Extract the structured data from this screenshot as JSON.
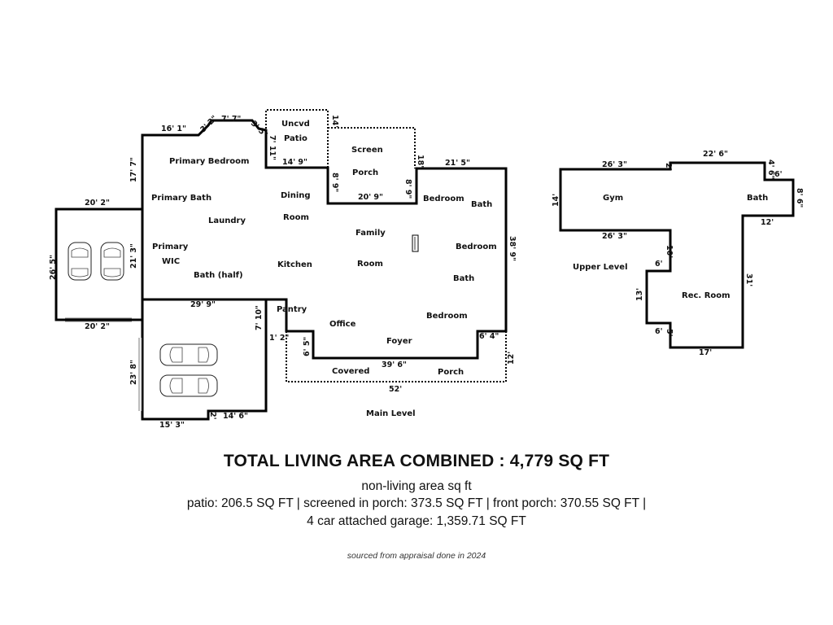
{
  "rooms": {
    "primary_bedroom": "Primary Bedroom",
    "primary_bath": "Primary Bath",
    "laundry": "Laundry",
    "primary_wic_1": "Primary",
    "primary_wic_2": "WIC",
    "bath_half": "Bath (half)",
    "dining_1": "Dining",
    "dining_2": "Room",
    "kitchen": "Kitchen",
    "pantry": "Pantry",
    "office": "Office",
    "foyer": "Foyer",
    "family_1": "Family",
    "family_2": "Room",
    "bedroom_a": "Bedroom",
    "bath_a": "Bath",
    "bedroom_b": "Bedroom",
    "bath_b": "Bath",
    "bedroom_c": "Bedroom",
    "screen_porch_1": "Screen",
    "screen_porch_2": "Porch",
    "uncvd_patio_1": "Uncvd",
    "uncvd_patio_2": "Patio",
    "covered": "Covered",
    "porch": "Porch",
    "gym": "Gym",
    "upper_bath": "Bath",
    "rec_room": "Rec. Room"
  },
  "levels": {
    "main": "Main Level",
    "upper": "Upper Level"
  },
  "dims_main": {
    "d_16_1": "16' 1\"",
    "d_3_2": "3' 2\"",
    "d_7_7": "7' 7\"",
    "d_3_5": "3' 5\"",
    "d_14": "14'",
    "d_18": "18'",
    "d_17_7": "17' 7\"",
    "d_7_11": "7' 11\"",
    "d_14_9": "14' 9\"",
    "d_8_9a": "8' 9\"",
    "d_8_9b": "8' 9\"",
    "d_20_9": "20' 9\"",
    "d_21_5": "21' 5\"",
    "d_38_9": "38' 9\"",
    "d_20_2a": "20' 2\"",
    "d_26_5": "26' 5\"",
    "d_21_3": "21' 3\"",
    "d_20_2b": "20' 2\"",
    "d_29_9": "29' 9\"",
    "d_7_10": "7' 10\"",
    "d_1_2": "1' 2\"",
    "d_6_5": "6' 5\"",
    "d_39_6": "39' 6\"",
    "d_6_4": "6' 4\"",
    "d_12": "12'",
    "d_52": "52'",
    "d_23_8": "23' 8\"",
    "d_15_3": "15' 3\"",
    "d_14_6": "14' 6\"",
    "d_2": "2'"
  },
  "dims_upper": {
    "u_26_3a": "26' 3\"",
    "u_22_6": "22' 6\"",
    "u_2": "2'",
    "u_4_6": "4' 6\"",
    "u_6": "6'",
    "u_8_6": "8' 6\"",
    "u_14": "14'",
    "u_12": "12'",
    "u_26_3b": "26' 3\"",
    "u_10": "10'",
    "u_6b": "6'",
    "u_31": "31'",
    "u_13": "13'",
    "u_6c": "6'",
    "u_5": "5'",
    "u_17": "17'"
  },
  "summary": {
    "total": "TOTAL LIVING AREA COMBINED : 4,779 SQ FT",
    "nonliving_title": "non-living area sq ft",
    "nonliving_line1": "patio: 206.5 SQ FT | screened in porch: 373.5 SQ FT | front porch: 370.55 SQ FT |",
    "nonliving_line2": "4 car attached garage: 1,359.71 SQ FT",
    "source": "sourced from appraisal done in 2024"
  }
}
